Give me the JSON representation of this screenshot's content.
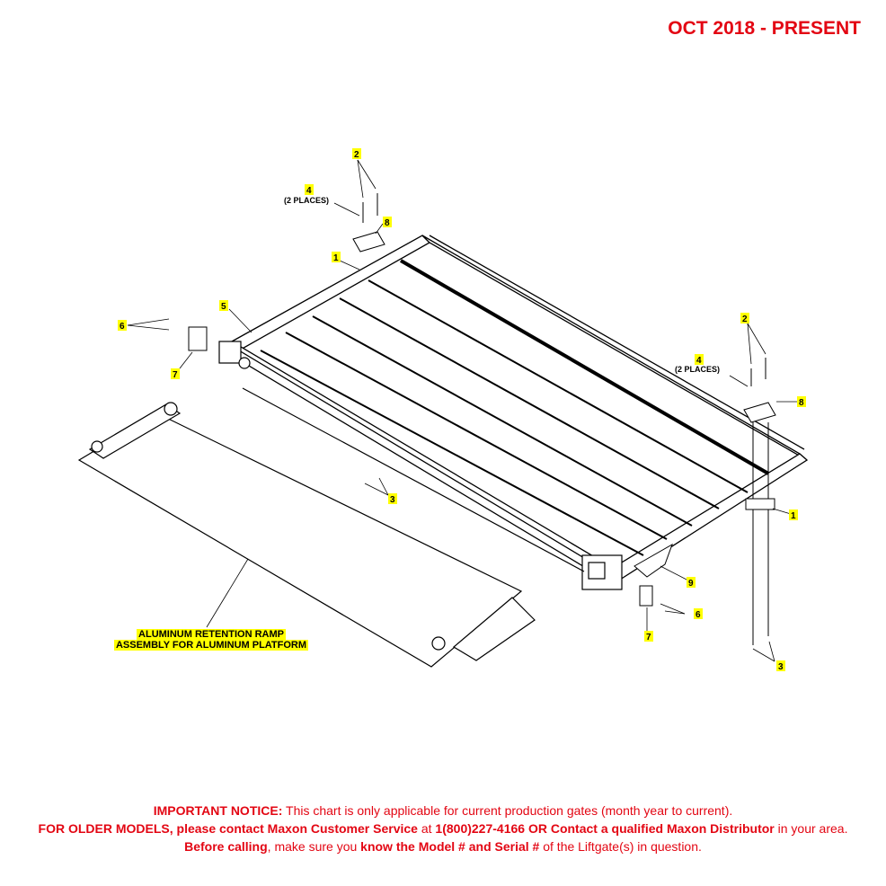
{
  "header": {
    "date_range": "OCT 2018 - PRESENT"
  },
  "callouts": {
    "c1a": "1",
    "c1b": "1",
    "c2a": "2",
    "c2b": "2",
    "c3a": "3",
    "c3b": "3",
    "c4a": "4",
    "c4b": "4",
    "c4a_note": "(2 PLACES)",
    "c4b_note": "(2 PLACES)",
    "c5": "5",
    "c6a": "6",
    "c6b": "6",
    "c7a": "7",
    "c7b": "7",
    "c8a": "8",
    "c8b": "8",
    "c9": "9"
  },
  "ramp_label": {
    "line1": "ALUMINUM RETENTION RAMP",
    "line2": "ASSEMBLY FOR ALUMINUM PLATFORM"
  },
  "notice": {
    "p1_bold": "IMPORTANT NOTICE:",
    "p1_text": " This chart is only applicable for current production gates (month year to current).",
    "p2_bold": "FOR OLDER MODELS, please contact Maxon Customer Service",
    "p2_text_a": " at ",
    "p2_phone": "1(800)227-4166 OR Contact a qualified Maxon Distributor",
    "p2_text_b": " in your area. ",
    "p2_before": "Before calling",
    "p2_text_c": ", make sure you ",
    "p2_know": "know the Model # and Serial #",
    "p2_text_d": " of the Liftgate(s) in question."
  },
  "colors": {
    "accent_red": "#e30613",
    "callout_highlight": "#ffff00"
  }
}
